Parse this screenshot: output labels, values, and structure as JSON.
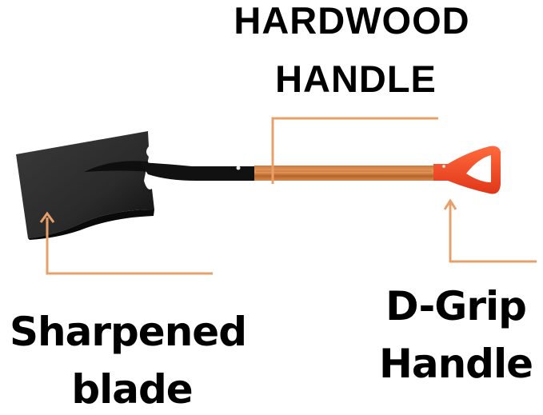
{
  "labels": {
    "hardwood_line1": "HARDWOOD",
    "hardwood_line2": "HANDLE",
    "blade_line1": "Sharpened",
    "blade_line2": "blade",
    "grip_line1": "D-Grip",
    "grip_line2": "Handle"
  },
  "colors": {
    "callout_line": "#E8A06A",
    "blade": "#1a1a1a",
    "wood": "#D9884A",
    "grip": "#F0421E",
    "text": "#000000"
  }
}
